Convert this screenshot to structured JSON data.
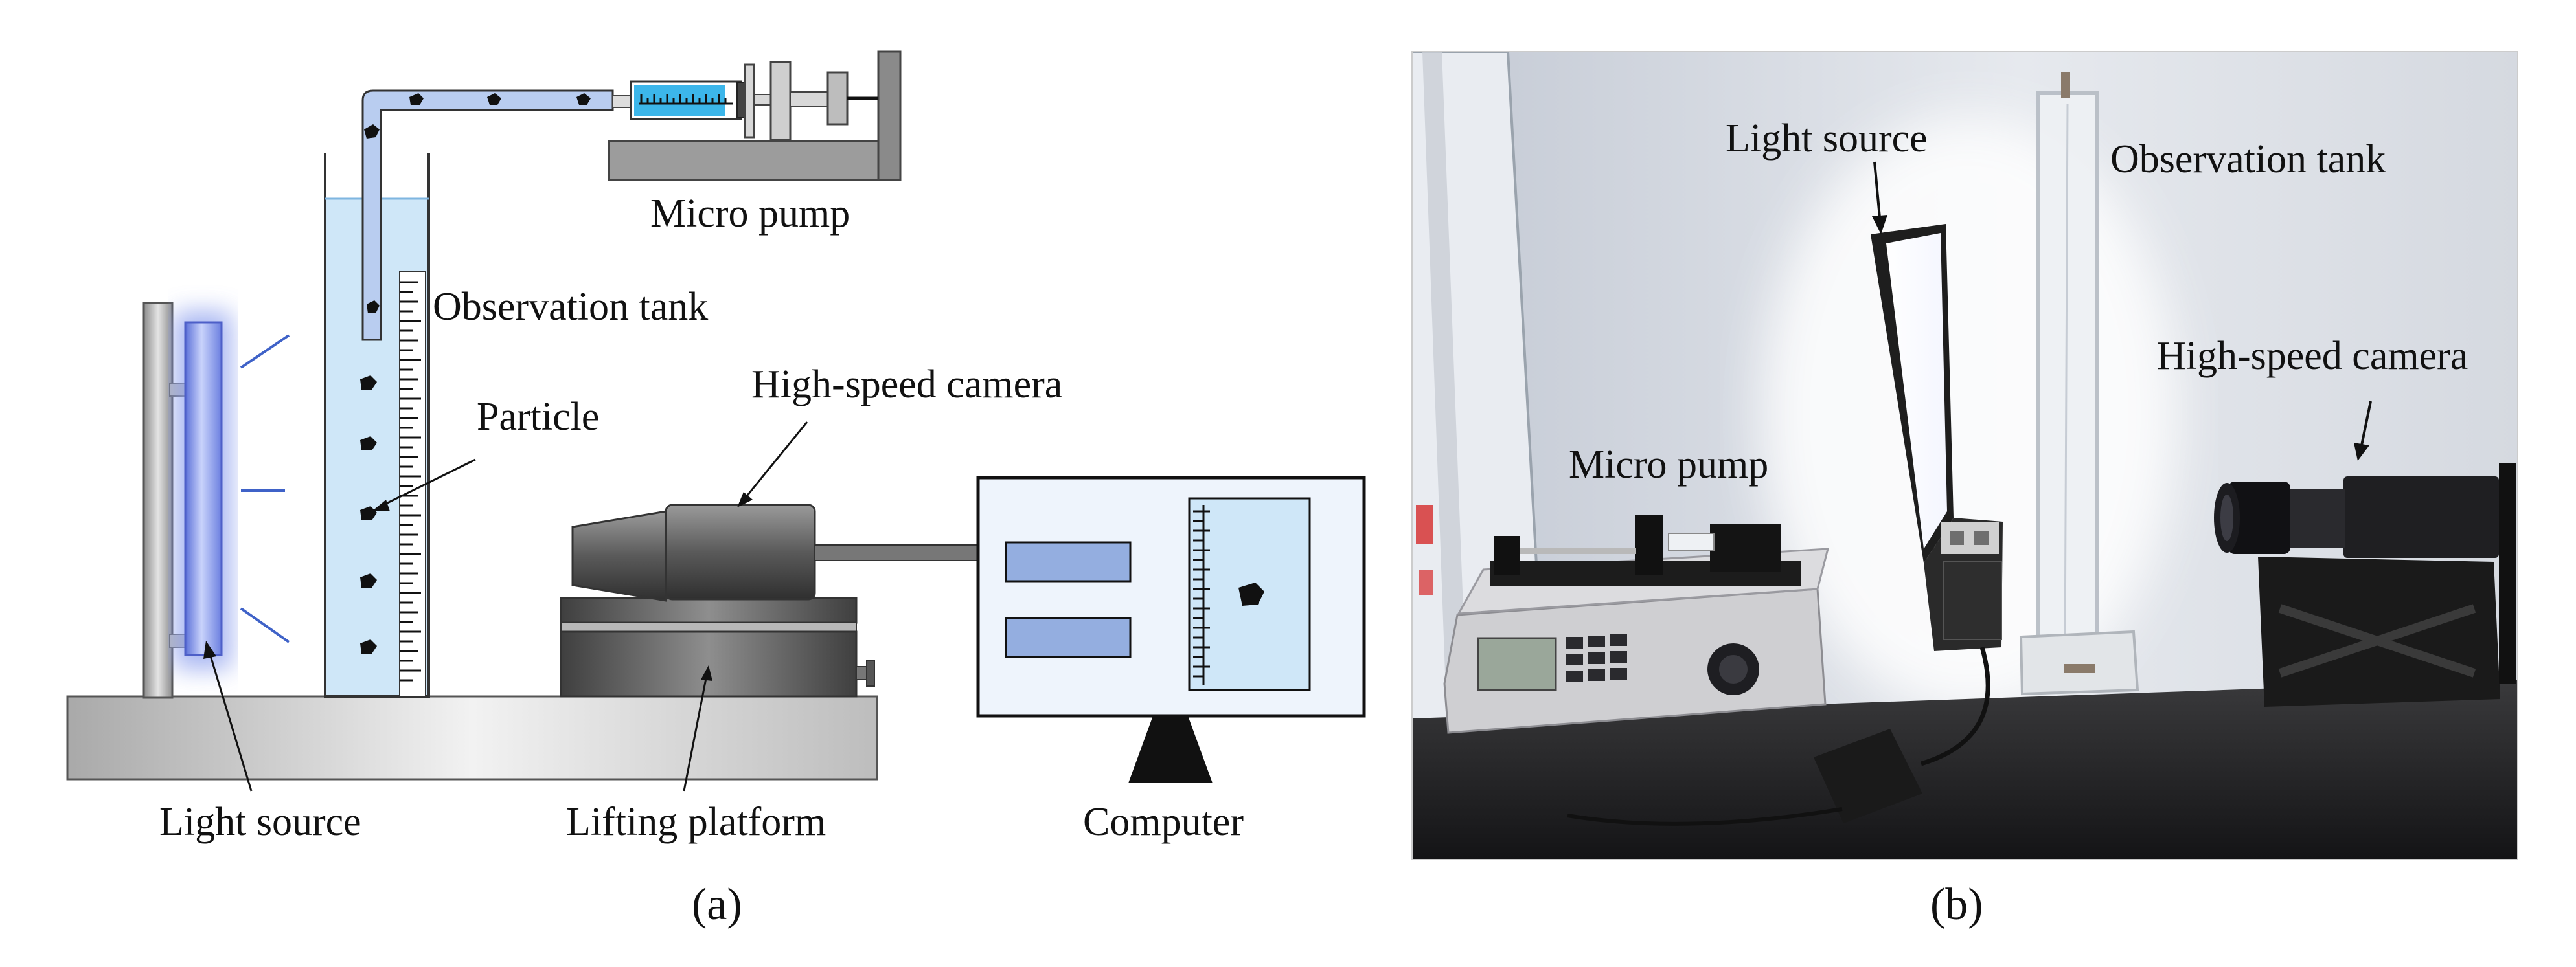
{
  "panel_a": {
    "caption": "(a)",
    "labels": {
      "micro_pump": "Micro pump",
      "observation_tank": "Observation tank",
      "particle": "Particle",
      "high_speed_camera": "High-speed camera",
      "light_source": "Light source",
      "lifting_platform": "Lifting platform",
      "computer": "Computer"
    }
  },
  "panel_b": {
    "caption": "(b)",
    "labels": {
      "light_source": "Light source",
      "observation_tank": "Observation tank",
      "micro_pump": "Micro pump",
      "high_speed_camera": "High-speed camera"
    }
  },
  "colors": {
    "water": "#cfe7f8",
    "light_glow": "#7b8ee6",
    "metal": "#9c9c9c",
    "camera": "#5e5e5e",
    "screen_block": "#94aee0"
  }
}
